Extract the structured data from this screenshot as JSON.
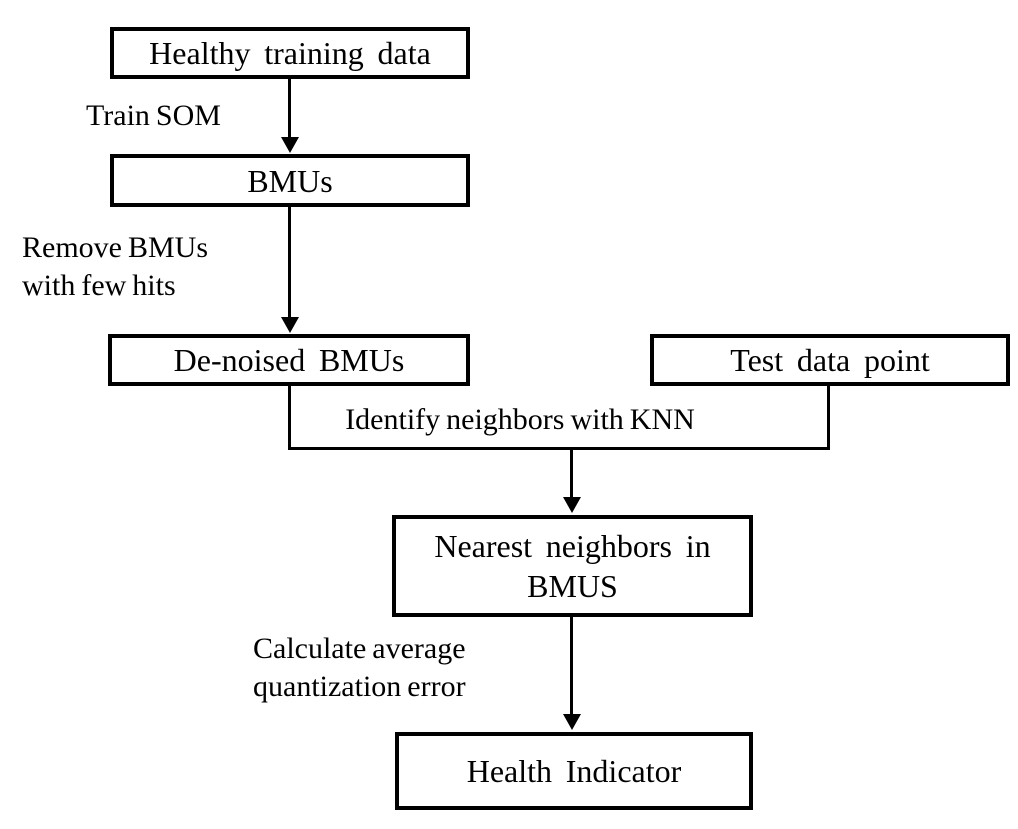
{
  "diagram": {
    "nodes": {
      "healthy": "Healthy training data",
      "bmus": "BMUs",
      "denoised": "De-noised BMUs",
      "test": "Test data point",
      "nearest": {
        "line1": "Nearest neighbors in",
        "line2": "BMUS"
      },
      "health": "Health Indicator"
    },
    "edge_labels": {
      "train_som": "Train SOM",
      "remove_bmus": {
        "line1": "Remove BMUs",
        "line2": "with few hits"
      },
      "identify_knn": "Identify neighbors with KNN",
      "calc_error": {
        "line1": "Calculate average",
        "line2": "quantization error"
      }
    },
    "colors": {
      "stroke": "#000000",
      "background": "#ffffff",
      "text": "#000000"
    }
  }
}
